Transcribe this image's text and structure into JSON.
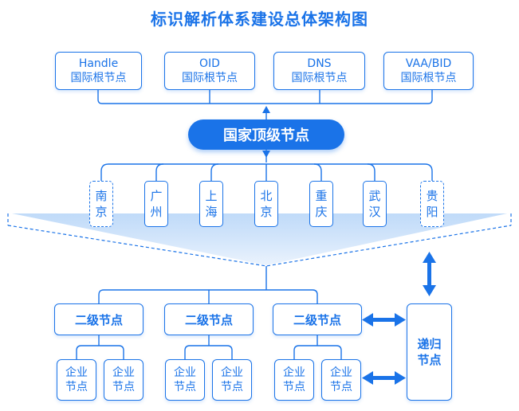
{
  "title": "标识解析体系建设总体架构图",
  "root_nodes": [
    {
      "line1": "Handle",
      "line2": "国际根节点"
    },
    {
      "line1": "OID",
      "line2": "国际根节点"
    },
    {
      "line1": "DNS",
      "line2": "国际根节点"
    },
    {
      "line1": "VAA/BID",
      "line2": "国际根节点"
    }
  ],
  "national_node": "国家顶级节点",
  "cities": [
    {
      "c1": "南",
      "c2": "京",
      "style": "dashed"
    },
    {
      "c1": "广",
      "c2": "州",
      "style": "solid"
    },
    {
      "c1": "上",
      "c2": "海",
      "style": "solid"
    },
    {
      "c1": "北",
      "c2": "京",
      "style": "solid"
    },
    {
      "c1": "重",
      "c2": "庆",
      "style": "solid"
    },
    {
      "c1": "武",
      "c2": "汉",
      "style": "solid"
    },
    {
      "c1": "贵",
      "c2": "阳",
      "style": "dashed"
    }
  ],
  "secondary_nodes": [
    "二级节点",
    "二级节点",
    "二级节点"
  ],
  "enterprise_nodes": [
    {
      "l1": "企业",
      "l2": "节点"
    },
    {
      "l1": "企业",
      "l2": "节点"
    },
    {
      "l1": "企业",
      "l2": "节点"
    },
    {
      "l1": "企业",
      "l2": "节点"
    },
    {
      "l1": "企业",
      "l2": "节点"
    },
    {
      "l1": "企业",
      "l2": "节点"
    }
  ],
  "recursive_node": {
    "l1": "递归",
    "l2": "节点"
  },
  "colors": {
    "primary": "#1a73e8",
    "band": "#cfe3fb"
  }
}
